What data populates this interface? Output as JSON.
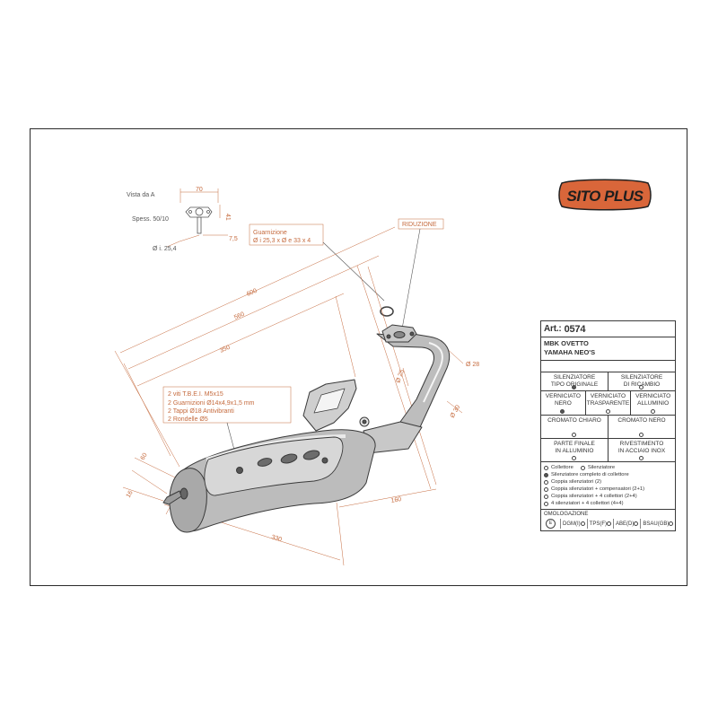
{
  "logo": {
    "text": "SITO PLUS",
    "bg_color": "#d9663a",
    "text_color": "#1e1e1e"
  },
  "accent_color": "#c56a3d",
  "drawing": {
    "view_label": "Vista da A",
    "view_dim_top": "70",
    "view_dim_right": "41",
    "thickness_label": "Spess. 50/10",
    "inner_diameter": "Ø i. 25,4",
    "dim_7_5": "7,5",
    "gasket_title": "Guarnizione",
    "gasket_spec": "Ø i 25,3 x Ø e 33 x 4",
    "reduction_label": "RIDUZIONE",
    "dim_600": "600",
    "dim_560": "560",
    "dim_350": "350",
    "dim_60": "60",
    "dim_16": "16",
    "dim_330": "330",
    "dim_160": "160",
    "dim_d25": "Ø 25",
    "dim_d28": "Ø 28",
    "dim_d30": "Ø 30",
    "kit_lines": [
      "2 viti T.B.E.I. M5x15",
      "2 Guarnizioni Ø14x4,9x1,5 mm",
      "2 Tappi Ø18 Antivibranti",
      "2 Rondelle Ø5"
    ]
  },
  "spec": {
    "art_label": "Art.:",
    "art_value": "0574",
    "models": [
      "MBK OVETTO",
      "YAMAHA NEO'S"
    ],
    "row1": [
      {
        "text": "SILENZIATORE\nTIPO ORIGINALE",
        "filled": true
      },
      {
        "text": "SILENZIATORE\nDI RICAMBIO",
        "filled": false
      }
    ],
    "row2": [
      {
        "text": "VERNICIATO\nNERO",
        "filled": true
      },
      {
        "text": "VERNICIATO\nTRASPARENTE",
        "filled": false
      },
      {
        "text": "VERNICIATO\nALLUMINIO",
        "filled": false
      }
    ],
    "row3": [
      {
        "text": "CROMATO CHIARO",
        "filled": false
      },
      {
        "text": "CROMATO NERO",
        "filled": false
      }
    ],
    "row4": [
      {
        "text": "PARTE FINALE\nIN ALLUMINIO",
        "filled": false
      },
      {
        "text": "RIVESTIMENTO\nIN ACCIAIO INOX",
        "filled": false
      }
    ],
    "choice_collettore": "Collettore",
    "choice_silenziatore": "Silenziatore",
    "choices": [
      {
        "text": "Silenziatore completo di collettore",
        "filled": true
      },
      {
        "text": "Coppia silenziatori (2)",
        "filled": false
      },
      {
        "text": "Coppia silenziatori + compensatori (2+1)",
        "filled": false
      },
      {
        "text": "Coppia silenziatori + 4 collettori (2+4)",
        "filled": false
      },
      {
        "text": "4 silenziatori + 4 collettori (4+4)",
        "filled": false
      }
    ],
    "homologation_title": "OMOLOGAZIONE",
    "homologation_e": "E",
    "homologations": [
      "DGM(I)",
      "TPS(F)",
      "ABE(D)",
      "BSAU(GB)"
    ]
  }
}
